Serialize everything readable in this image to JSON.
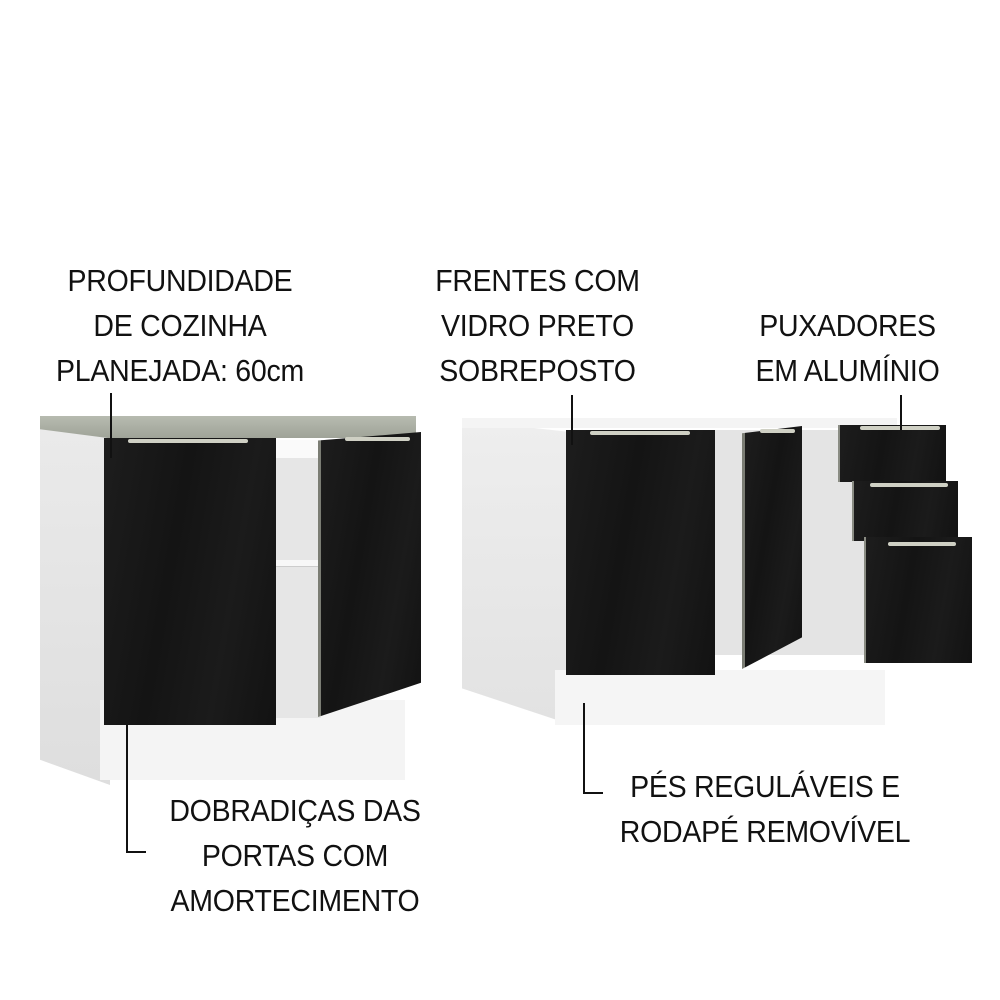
{
  "labels": {
    "depth": [
      "PROFUNDIDADE",
      "DE COZINHA",
      "PLANEJADA: 60cm"
    ],
    "fronts": [
      "FRENTES COM",
      "VIDRO PRETO",
      "SOBREPOSTO"
    ],
    "handles": [
      "PUXADORES",
      "EM ALUMÍNIO"
    ],
    "hinges": [
      "DOBRADIÇAS DAS",
      "PORTAS COM",
      "AMORTECIMENTO"
    ],
    "feet": [
      "PÉS REGULÁVEIS E",
      "RODAPÉ REMOVÍVEL"
    ]
  },
  "colors": {
    "door": "#161616",
    "carcass": "#f2f2f2",
    "countertop": "#a9ada2",
    "handle": "#cfd0c4",
    "text": "#111111"
  }
}
